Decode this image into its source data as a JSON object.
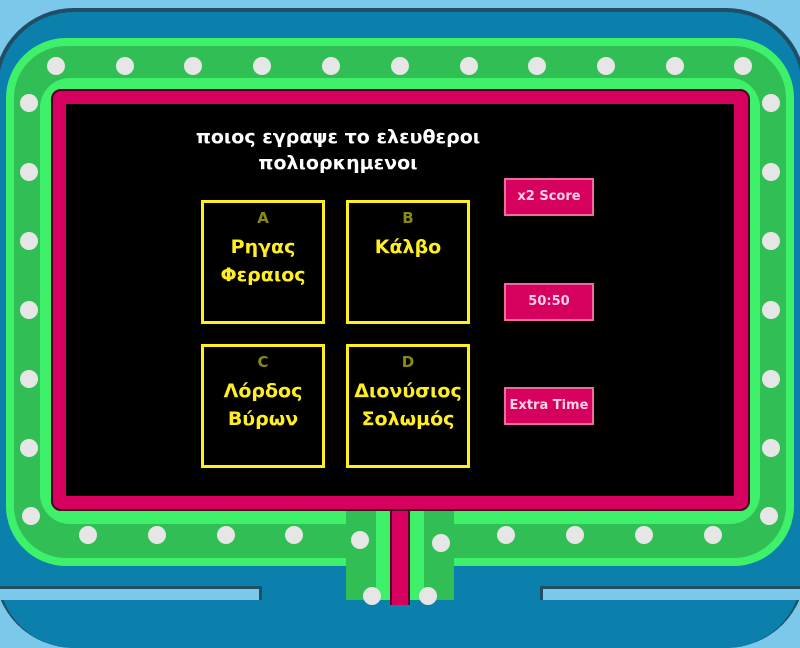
{
  "game": {
    "question": "ποιος εγραψε το ελευθεροι πολιορκημενοι",
    "answers": [
      {
        "letter": "A",
        "text": "Ρηγας Φεραιος"
      },
      {
        "letter": "B",
        "text": "Κάλβο"
      },
      {
        "letter": "C",
        "text": "Λόρδος Βύρων"
      },
      {
        "letter": "D",
        "text": "Διονύσιος Σολωμός"
      }
    ],
    "powerups": [
      {
        "label": "x2 Score"
      },
      {
        "label": "50:50"
      },
      {
        "label": "Extra Time"
      }
    ]
  },
  "theme": {
    "background": "#7cc8ea",
    "frame_blue": "#0b80ad",
    "ring_green_light": "#3ff06a",
    "ring_green_dark": "#31bf55",
    "screen_pink": "#d6005f",
    "screen_black": "#000000",
    "answer_yellow": "#ffee22",
    "bulb_color": "#e6e6e6"
  }
}
